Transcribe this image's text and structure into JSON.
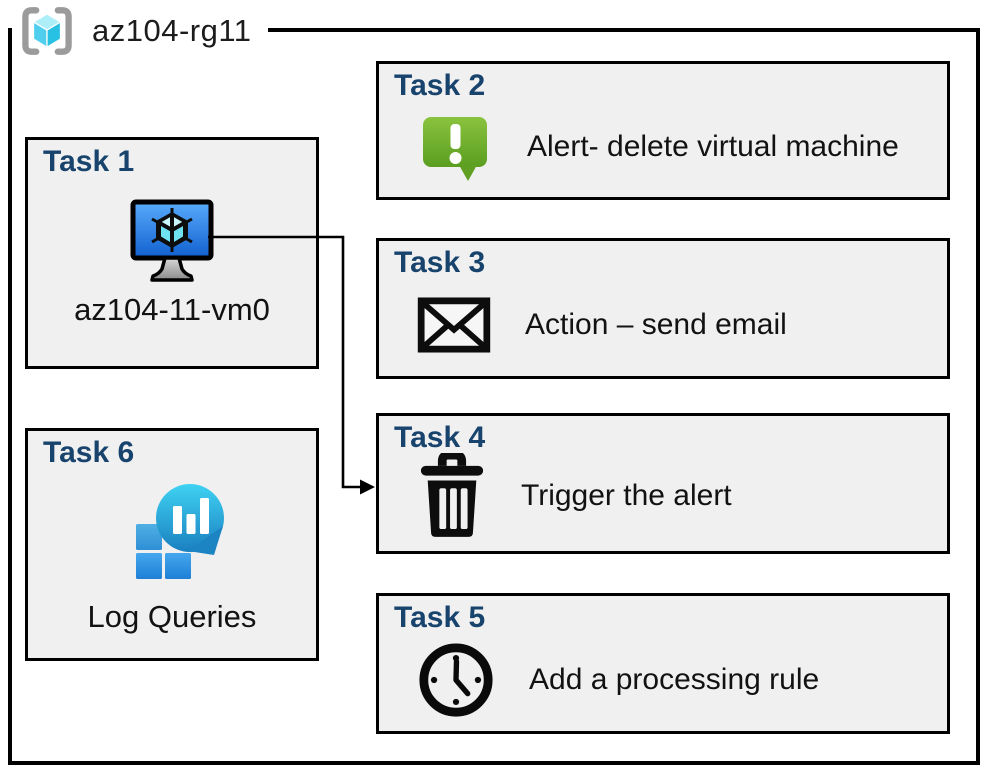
{
  "resource_group": {
    "name": "az104-rg11",
    "icon": "resource-group-icon"
  },
  "tasks": [
    {
      "title": "Task 1",
      "label": "az104-11-vm0",
      "icon": "virtual-machine-icon"
    },
    {
      "title": "Task 2",
      "label": "Alert- delete virtual machine",
      "icon": "alert-icon"
    },
    {
      "title": "Task 3",
      "label": "Action – send email",
      "icon": "email-icon"
    },
    {
      "title": "Task 4",
      "label": "Trigger the alert",
      "icon": "trash-icon"
    },
    {
      "title": "Task 5",
      "label": "Add a processing rule",
      "icon": "clock-icon"
    },
    {
      "title": "Task 6",
      "label": "Log Queries",
      "icon": "log-queries-icon"
    }
  ],
  "connection": {
    "from": "task1-vm",
    "to": "task4"
  },
  "colors": {
    "title_blue": "#17436d",
    "box_fill": "#f0f0f0",
    "border_black": "#000000",
    "alert_green_top": "#8ac33e",
    "alert_green_bottom": "#5b9e20",
    "vm_screen_top": "#58abfb",
    "vm_screen_bottom": "#1160cf",
    "log_cyan_top": "#3fd2f2",
    "log_blue_bottom": "#1a7fc0",
    "rg_cube_top": "#aeeef9",
    "rg_bracket_gray": "#9b9b9b"
  }
}
